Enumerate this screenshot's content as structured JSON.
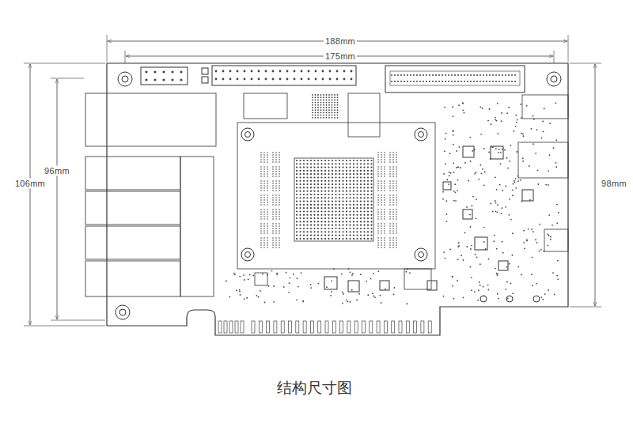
{
  "diagram": {
    "caption": "结构尺寸图",
    "labels": [
      "188mm",
      "175mm",
      "96mm",
      "106mm",
      "98mm"
    ]
  }
}
